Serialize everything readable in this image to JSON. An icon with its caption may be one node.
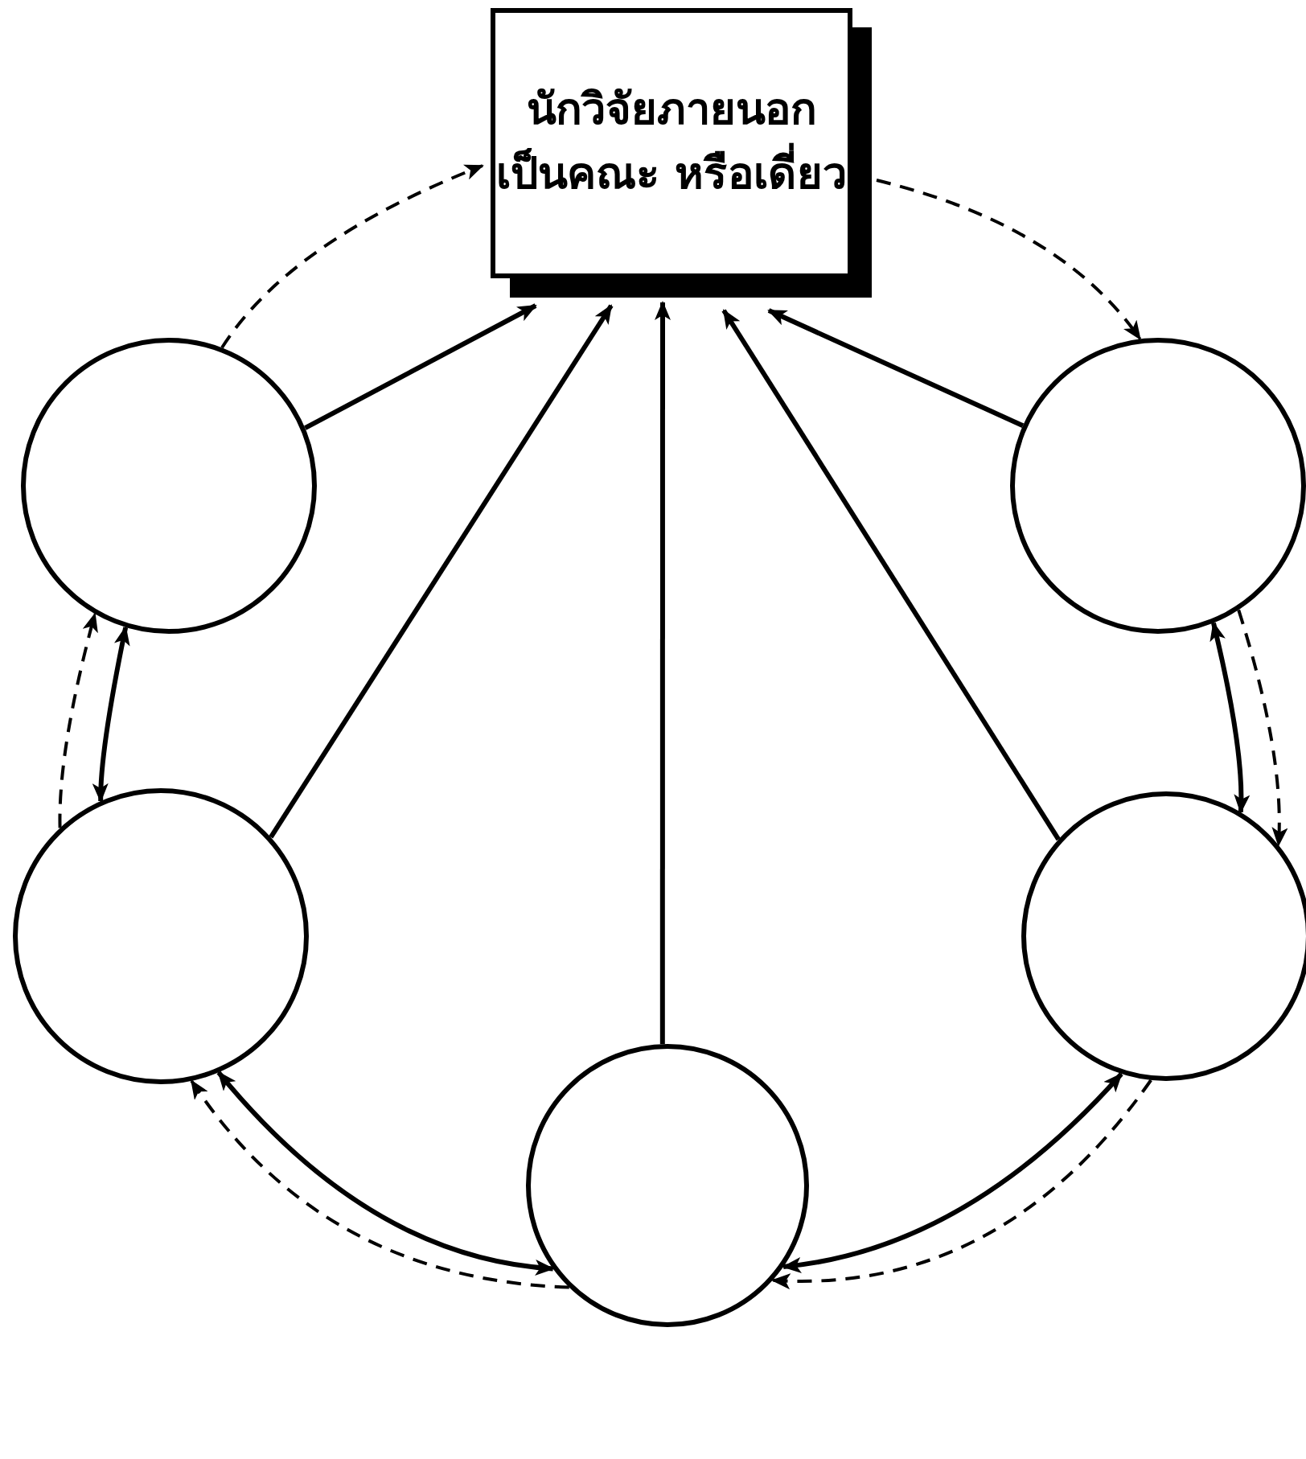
{
  "diagram": {
    "nodes": [
      {
        "text": [
          "นักวิจัยภายนอก เป็นคณะ หรือเดี่ยว"
        ]
      },
      {
        "text": [],
        "shape": "circle"
      },
      {
        "text": [],
        "shape": "circle"
      },
      {
        "text": [],
        "shape": "circle"
      },
      {
        "text": [],
        "shape": "circle"
      },
      {
        "text": [],
        "shape": "circle"
      }
    ],
    "edges": [
      {
        "from": 1,
        "to": 0,
        "arrow": "to"
      },
      {
        "from": 3,
        "to": 0,
        "arrow": "to"
      },
      {
        "from": 5,
        "to": 0,
        "arrow": "to"
      },
      {
        "from": 4,
        "to": 0,
        "arrow": "to"
      },
      {
        "from": 2,
        "to": 0,
        "arrow": "to"
      },
      {
        "from": 1,
        "to": 0,
        "arrow": "to",
        "style": "dashed"
      },
      {
        "from": 0,
        "to": 2,
        "arrow": "to",
        "style": "dashed"
      },
      {
        "from": 1,
        "to": 3,
        "arrow": "both"
      },
      {
        "from": 3,
        "to": 1,
        "arrow": "to",
        "style": "dashed"
      },
      {
        "from": 2,
        "to": 4,
        "arrow": "both"
      },
      {
        "from": 2,
        "to": 4,
        "arrow": "to",
        "style": "dashed"
      },
      {
        "from": 3,
        "to": 5,
        "arrow": "both"
      },
      {
        "from": 5,
        "to": 3,
        "arrow": "to",
        "style": "dashed"
      },
      {
        "from": 4,
        "to": 5,
        "arrow": "both"
      },
      {
        "from": 4,
        "to": 5,
        "arrow": "to",
        "style": "dashed"
      }
    ]
  }
}
